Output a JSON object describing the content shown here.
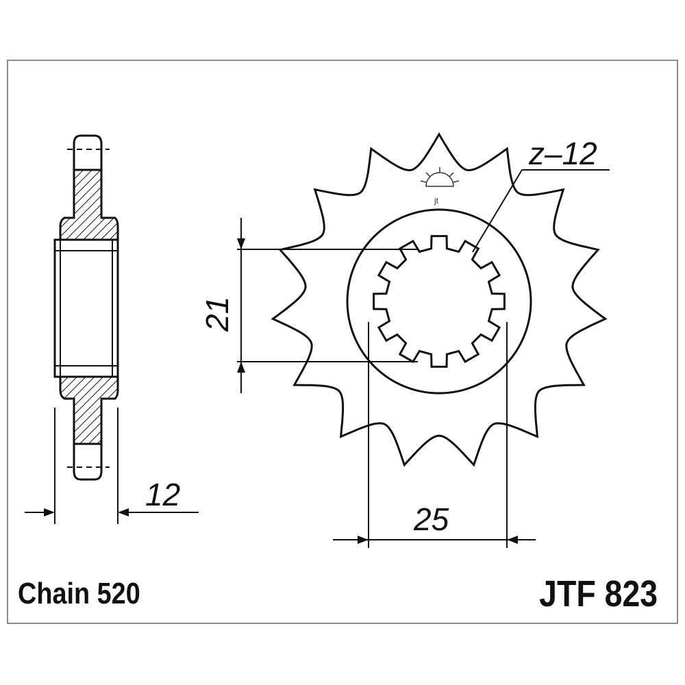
{
  "teeth_label": "z–12",
  "dimensions": {
    "inner_diameter": "21",
    "width": "12",
    "spline_diameter": "25"
  },
  "chain_label": "Chain 520",
  "part_number": "JTF 823",
  "logo_text": "jt",
  "sprocket": {
    "teeth": 15,
    "splines": 12
  }
}
